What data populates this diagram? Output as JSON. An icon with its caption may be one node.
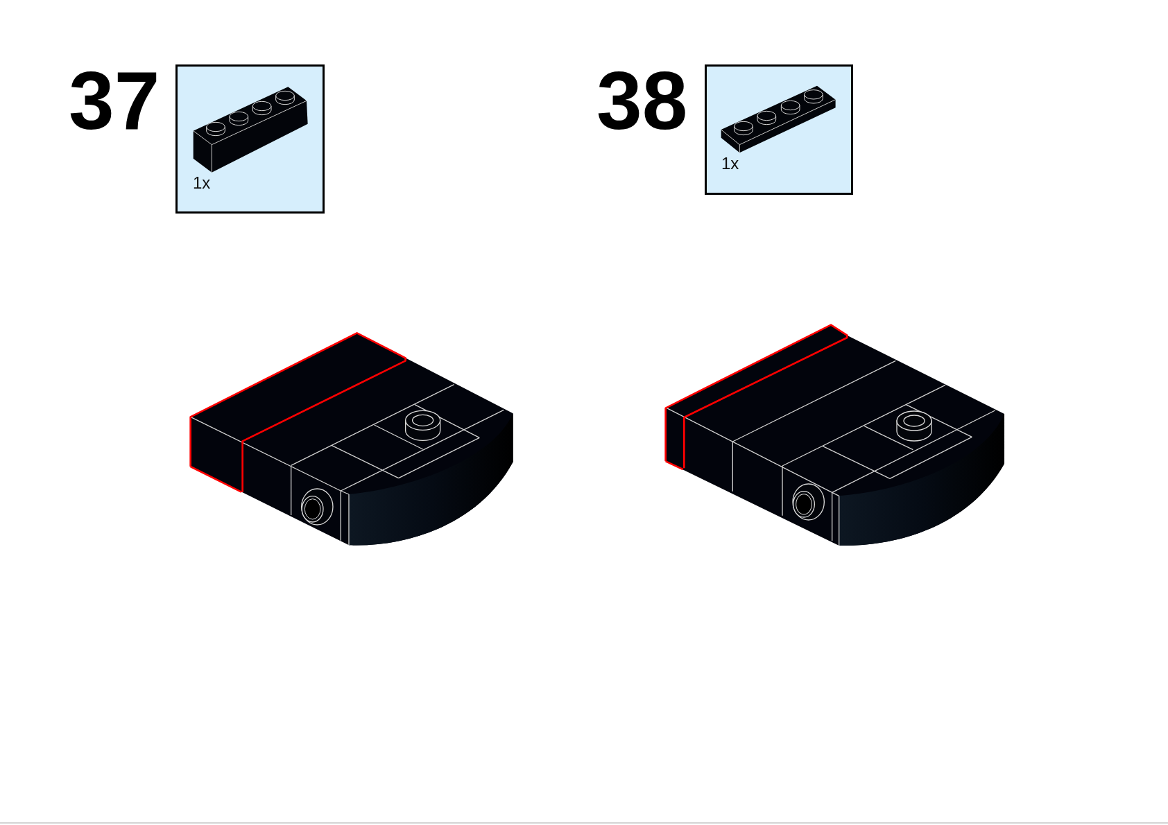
{
  "diagram": {
    "nodes": [
      {
        "text": [
          "1x"
        ]
      },
      {
        "text": [
          "1x"
        ]
      }
    ],
    "labels": [
      "37",
      "38"
    ]
  }
}
